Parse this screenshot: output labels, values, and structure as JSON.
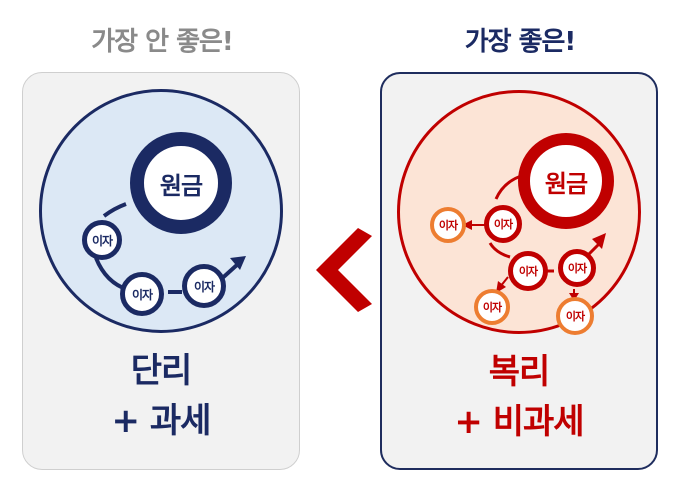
{
  "headings": {
    "bad": "가장 안 좋은!",
    "good": "가장 좋은!"
  },
  "left_panel": {
    "principal": "원금",
    "interest_nodes": [
      "이자",
      "이자",
      "이자"
    ],
    "label_line1": "단리",
    "label_line2": "+ 과세"
  },
  "right_panel": {
    "principal": "원금",
    "interest_nodes": [
      "이자",
      "이자",
      "이자",
      "이자",
      "이자",
      "이자"
    ],
    "label_line1": "복리",
    "label_line2": "+ 비과세"
  },
  "comparison_symbol": "<",
  "colors": {
    "navy": "#1b2a63",
    "red": "#c00000",
    "orange": "#ed7d31",
    "left_fill": "#dce8f5",
    "right_fill": "#fce4d6",
    "panel_bg": "#f2f2f2"
  }
}
